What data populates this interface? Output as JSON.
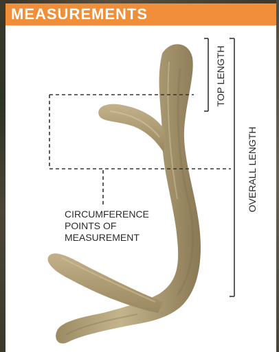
{
  "header": {
    "title": "MEASUREMENTS"
  },
  "labels": {
    "circumference": [
      "CIRCUMFERENCE",
      "POINTS OF",
      "MEASUREMENT"
    ],
    "top_length": "TOP LENGTH",
    "overall_length": "OVERALL LENGTH"
  },
  "colors": {
    "header_bg": "#f08e3a",
    "header_text": "#ffffff",
    "antler": "#b4a27a",
    "antler_shadow": "#8e7e5a",
    "guide_lines": "#333333"
  }
}
